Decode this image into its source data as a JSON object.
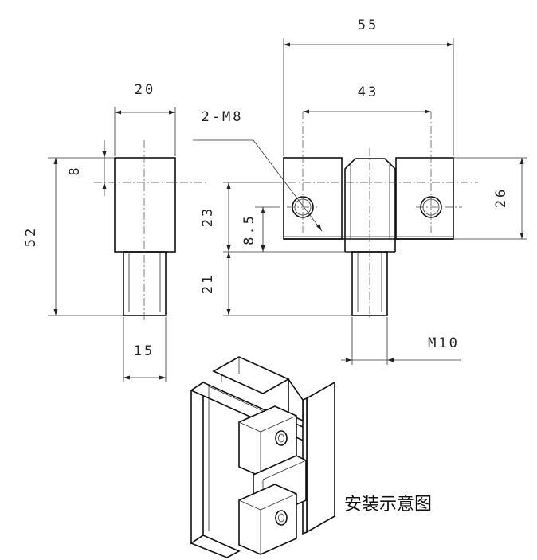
{
  "dimensions": {
    "d55": "55",
    "d43": "43",
    "d20": "20",
    "d2m8": "2-M8",
    "d8": "8",
    "d52": "52",
    "d23": "23",
    "d85": "8.5",
    "d26": "26",
    "d21": "21",
    "d15": "15",
    "dm10": "M10"
  },
  "caption": "安装示意图"
}
